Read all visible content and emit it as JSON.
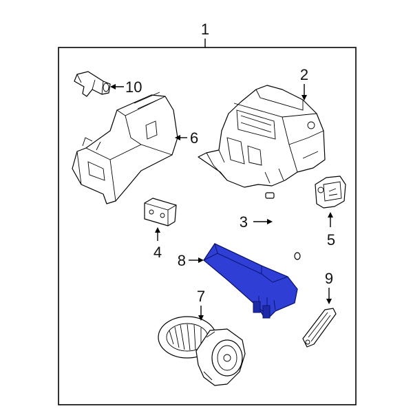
{
  "callouts": {
    "c1": "1",
    "c2": "2",
    "c3": "3",
    "c4": "4",
    "c5": "5",
    "c6": "6",
    "c7": "7",
    "c8": "8",
    "c9": "9",
    "c10": "10"
  },
  "colors": {
    "highlight": "#2f3fd6",
    "highlight_dark": "#1c2aa8",
    "frame": "#000000"
  }
}
